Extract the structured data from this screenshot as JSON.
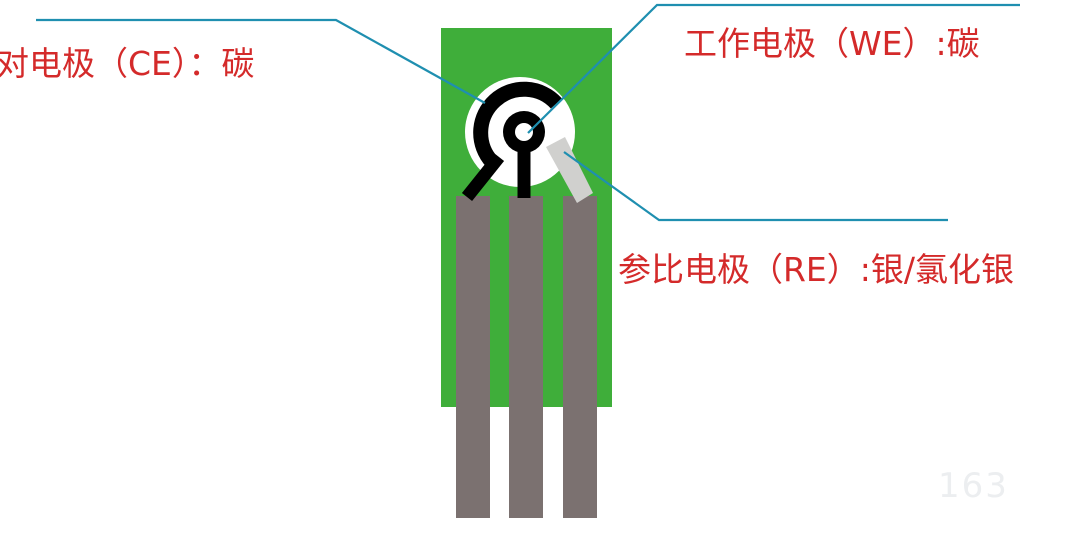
{
  "labels": {
    "counter_electrode": "对电极（CE）：碳",
    "working_electrode": "工作电极（WE）:碳",
    "reference_electrode": "参比电极（RE）:银/氯化银"
  },
  "watermark": "163",
  "colors": {
    "label_text": "#d42a2a",
    "leader_line": "#1f8fb0",
    "substrate": "#3fae3a",
    "carbon": "#000000",
    "silver": "#d0d0ce",
    "pads": "#7b7170",
    "background": "#ffffff"
  }
}
